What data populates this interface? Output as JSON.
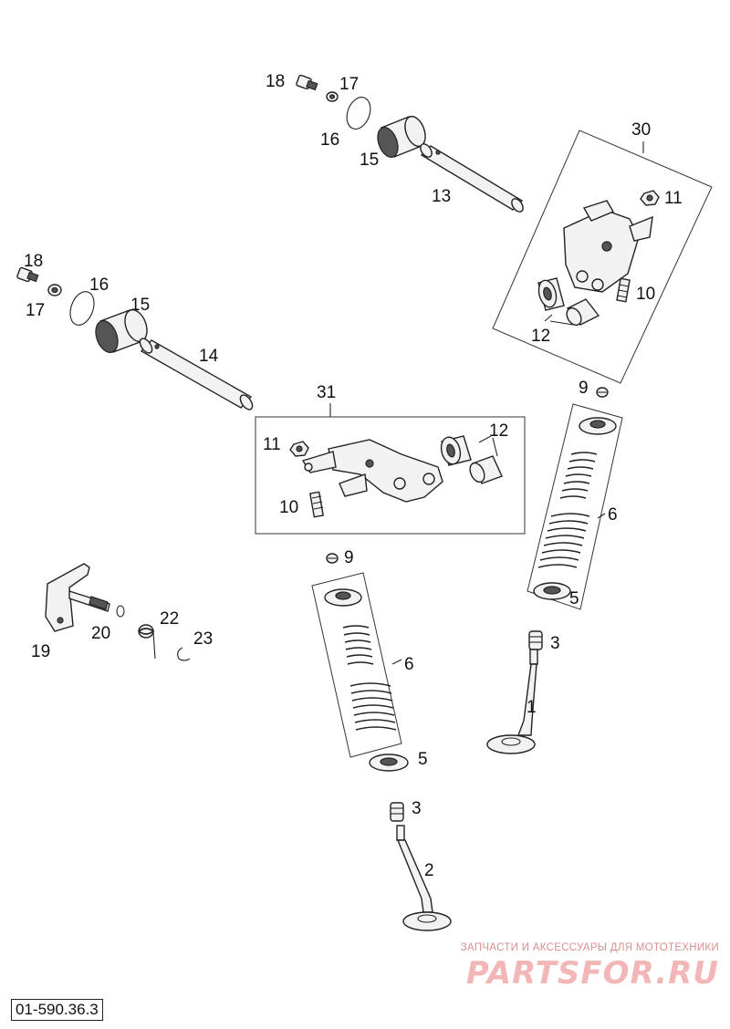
{
  "diagram": {
    "doc_code": "01-590.36.3",
    "watermark": {
      "tagline": "ЗАПЧАСТИ И АКСЕССУАРЫ ДЛЯ МОТОТЕХНИКИ",
      "brand": "PARTSFOR.RU"
    },
    "groups": {
      "upper_rocker_group": "30",
      "lower_rocker_group": "31"
    },
    "labels": {
      "l18a": "18",
      "l17a": "17",
      "l16a": "16",
      "l15a": "15",
      "l13": "13",
      "l30": "30",
      "l11a": "11",
      "l10a": "10",
      "l12a": "12",
      "l18b": "18",
      "l17b": "17",
      "l16b": "16",
      "l15b": "15",
      "l14": "14",
      "l31": "31",
      "l11b": "11",
      "l12b": "12",
      "l10b": "10",
      "l9a": "9",
      "l6a": "6",
      "l5a": "5",
      "l3a": "3",
      "l1": "1",
      "l9b": "9",
      "l6b": "6",
      "l5b": "5",
      "l3b": "3",
      "l2": "2",
      "l19": "19",
      "l20": "20",
      "l22": "22",
      "l23": "23"
    }
  }
}
